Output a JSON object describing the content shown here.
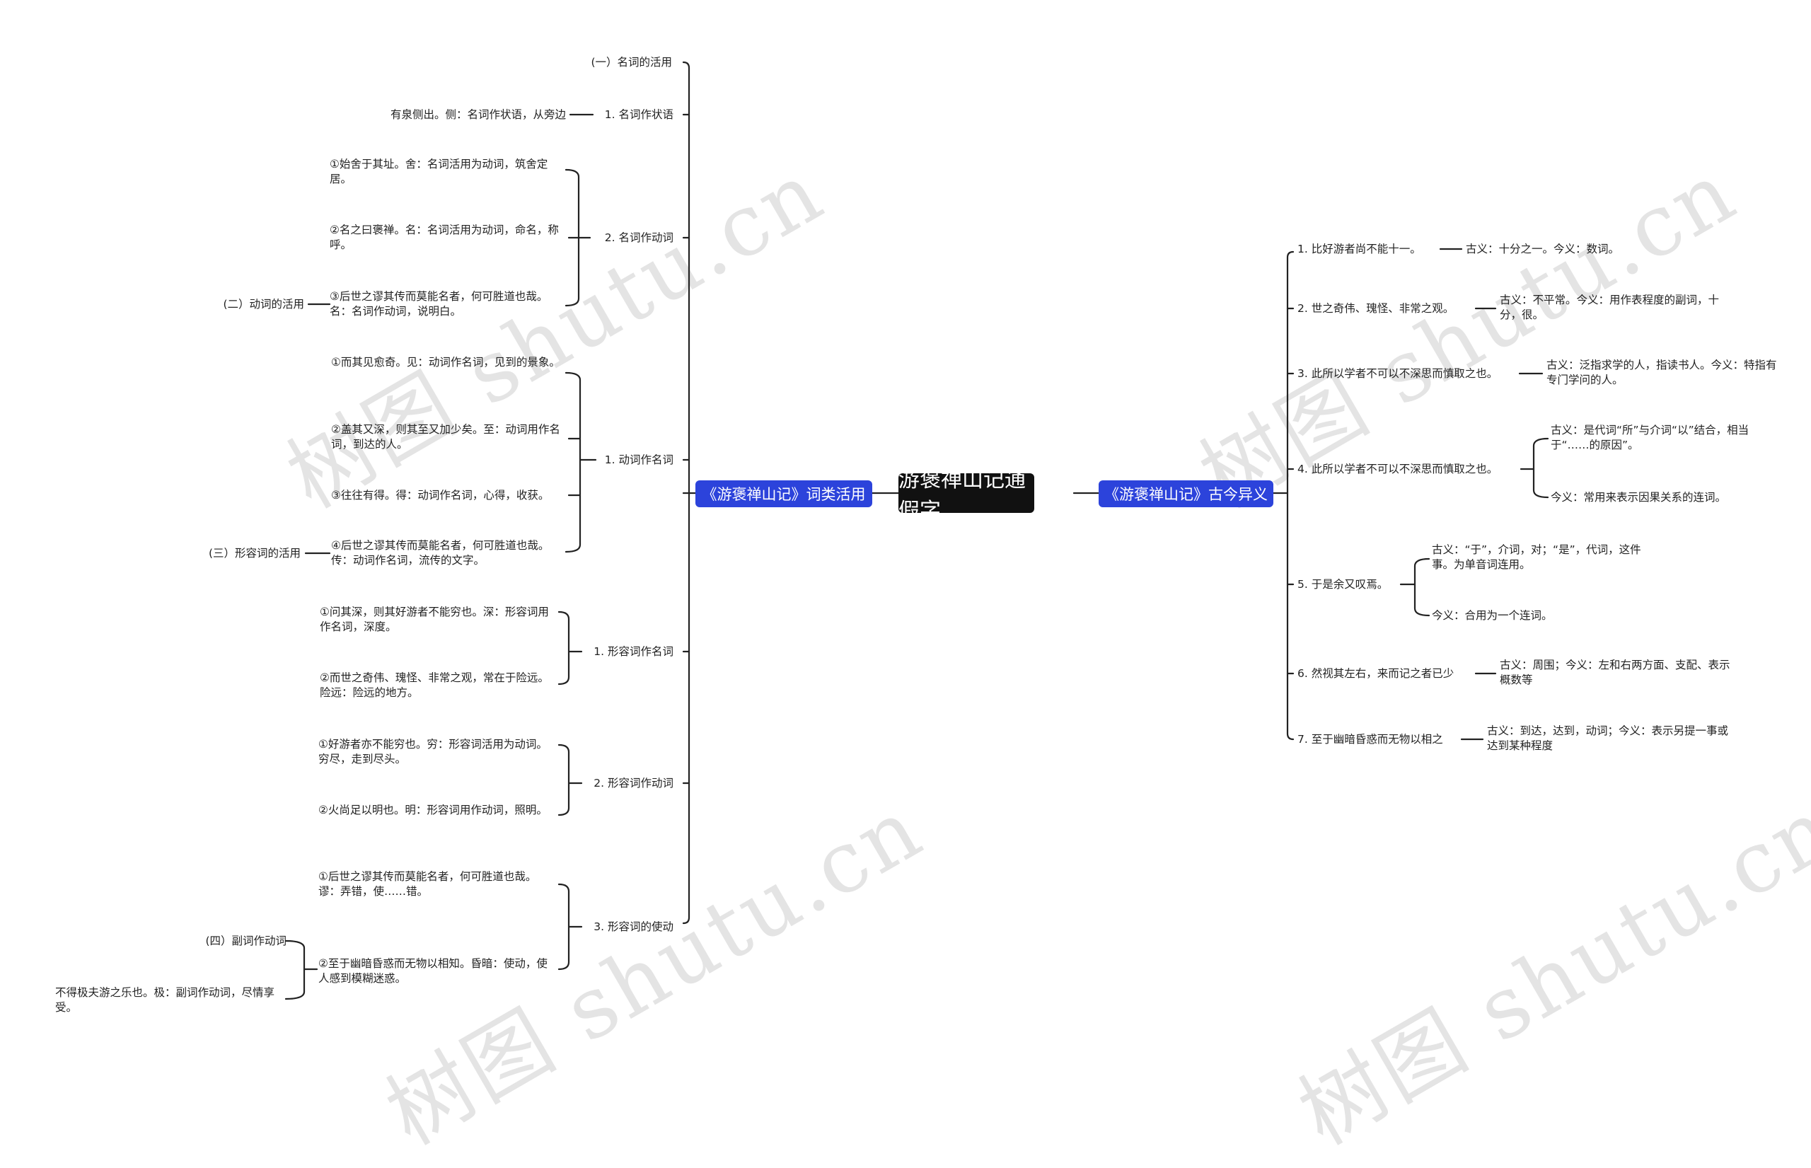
{
  "watermark": "树图 shutu.cn",
  "root": "游褒禅山记通假字",
  "left_branch": {
    "title": "《游褒禅山记》词类活用",
    "groups": {
      "noun": "(一）名词的活用",
      "verb": "(二）动词的活用",
      "adj": "(三）形容词的活用",
      "adv": "(四）副词作动词"
    },
    "noun_adverbial": {
      "label": "1.  名词作状语",
      "examples": [
        "有泉侧出。侧：名词作状语，从旁边"
      ]
    },
    "noun_verb": {
      "label": "2.  名词作动词",
      "examples": [
        "①始舍于其址。舍：名词活用为动词，筑舍定居。",
        "②名之曰褒禅。名：名词活用为动词，命名，称呼。",
        "③后世之谬其传而莫能名者，何可胜道也哉。名：名词作动词，说明白。"
      ]
    },
    "verb_noun": {
      "label": "1.  动词作名词",
      "examples": [
        "①而其见愈奇。见：动词作名词，见到的景象。",
        "②盖其又深，则其至又加少矣。至：动词用作名词，到达的人。",
        "③往往有得。得：动词作名词，心得，收获。",
        "④后世之谬其传而莫能名者，何可胜道也哉。传：动词作名词，流传的文字。"
      ]
    },
    "adj_noun": {
      "label": "1.  形容词作名词",
      "examples": [
        "①问其深，则其好游者不能穷也。深：形容词用作名词，深度。",
        "②而世之奇伟、瑰怪、非常之观，常在于险远。险远：险远的地方。"
      ]
    },
    "adj_verb": {
      "label": "2.  形容词作动词",
      "examples": [
        "①好游者亦不能穷也。穷：形容词活用为动词。穷尽，走到尽头。",
        "②火尚足以明也。明：形容词用作动词，照明。"
      ]
    },
    "adj_causative": {
      "label": "3.  形容词的使动",
      "examples": [
        "①后世之谬其传而莫能名者，何可胜道也哉。谬：弄错，使……错。",
        "②至于幽暗昏惑而无物以相知。昏暗：使动，使人感到模糊迷惑。"
      ]
    },
    "adv_example": "不得极夫游之乐也。极：副词作动词，尽情享受。"
  },
  "right_branch": {
    "title": "《游褒禅山记》古今异义",
    "items": [
      {
        "label": "1.  比好游者尚不能十一。",
        "notes": [
          "古义：十分之一。今义：数词。"
        ]
      },
      {
        "label": "2.  世之奇伟、瑰怪、非常之观。",
        "notes": [
          "古义：不平常。今义：用作表程度的副词，十分，很。"
        ]
      },
      {
        "label": "3.  此所以学者不可以不深思而慎取之也。",
        "notes": [
          "古义：泛指求学的人，指读书人。今义：特指有专门学问的人。"
        ]
      },
      {
        "label": "4.  此所以学者不可以不深思而慎取之也。",
        "notes": [
          "古义：是代词“所”与介词“以”结合，相当于“……的原因”。",
          "今义：常用来表示因果关系的连词。"
        ]
      },
      {
        "label": "5.  于是余又叹焉。",
        "notes": [
          "古义：“于”，介词，对；“是”，代词，这件事。为单音词连用。",
          "今义：合用为一个连词。"
        ]
      },
      {
        "label": "6.  然视其左右，来而记之者已少",
        "notes": [
          "古义：周围；今义：左和右两方面、支配、表示概数等"
        ]
      },
      {
        "label": "7.  至于幽暗昏惑而无物以相之",
        "notes": [
          "古义：到达，达到，动词；今义：表示另提一事或达到某种程度"
        ]
      }
    ]
  }
}
